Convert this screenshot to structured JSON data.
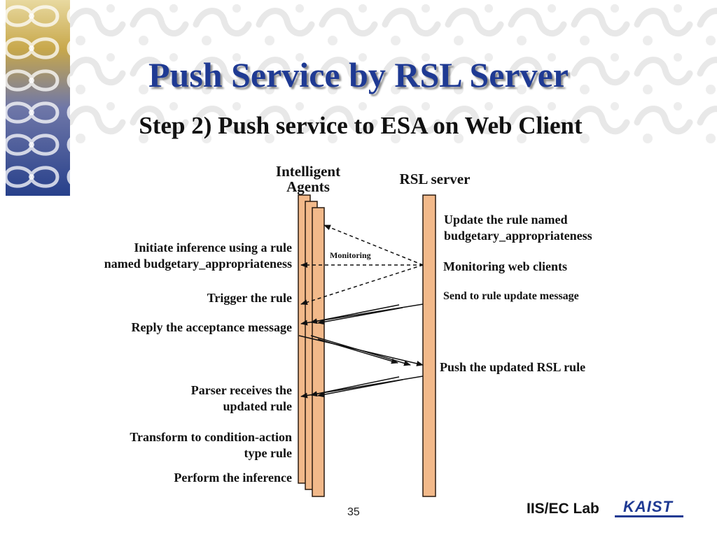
{
  "slide": {
    "title": "Push Service by RSL Server",
    "subtitle": "Step 2) Push service to ESA on Web Client"
  },
  "diagram": {
    "agents_header": [
      "Intelligent",
      "Agents"
    ],
    "server_header": "RSL server",
    "monitoring_label": "Monitoring",
    "left_labels": {
      "initiate": [
        "Initiate inference using a rule",
        "named budgetary_appropriateness"
      ],
      "trigger": "Trigger the rule",
      "reply": "Reply the acceptance message",
      "parser": [
        "Parser receives the",
        "updated rule"
      ],
      "transform": [
        "Transform to condition-action",
        "type rule"
      ],
      "perform": "Perform the inference"
    },
    "right_labels": {
      "update": [
        "Update the rule named",
        "budgetary_appropriateness"
      ],
      "monitoring": "Monitoring web clients",
      "send": "Send to rule update message",
      "push": "Push the updated RSL rule"
    }
  },
  "footer": {
    "page_number": "35",
    "lab": "IIS/EC Lab",
    "logo": "KAIST"
  },
  "colors": {
    "title": "#1f3a93",
    "bar_fill": "#f2b98a",
    "bar_stroke": "#2a1a10",
    "decoration_blue": "#27408b",
    "decoration_gold": "#c8a84b"
  }
}
